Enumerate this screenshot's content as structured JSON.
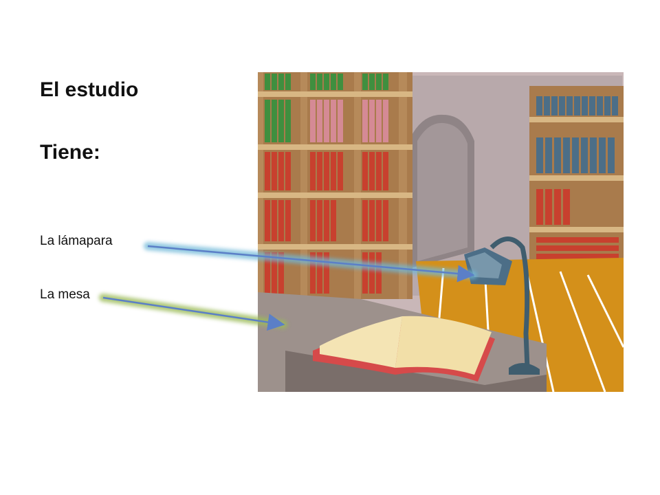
{
  "slide": {
    "title": "El estudio",
    "subtitle": "Tiene:",
    "items": [
      {
        "label": "La lámapara",
        "arrow_color": "#5b7fc7",
        "glow_color": "#6fb8d8"
      },
      {
        "label": "La mesa",
        "arrow_color": "#5b7fc7",
        "glow_color": "#9bbb59"
      }
    ]
  },
  "illustration": {
    "subject": "study room with bookshelves, arched doorway, desk lamp and open book on a table"
  }
}
